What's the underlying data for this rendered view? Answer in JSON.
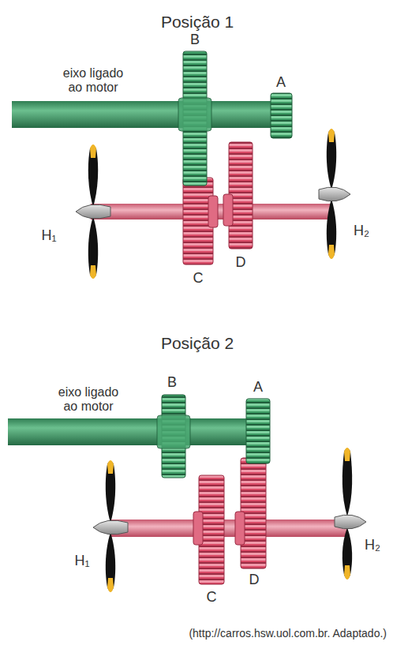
{
  "diagram": {
    "caption": "(http://carros.hsw.uol.com.br. Adaptado.)",
    "labels": [
      "Posição 1",
      "eixo ligado ao motor",
      "B",
      "A",
      "H₁",
      "H₂",
      "C",
      "D",
      "Posição 2",
      "eixo ligado ao motor",
      "B",
      "A",
      "H₁",
      "H₂",
      "C",
      "D"
    ]
  }
}
